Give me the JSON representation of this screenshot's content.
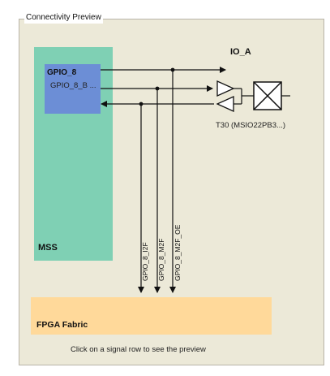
{
  "panel": {
    "title": "Connectivity Preview",
    "hint": "Click on a signal row to see the preview"
  },
  "blocks": {
    "mss": "MSS",
    "gpio": "GPIO_8",
    "gpio_b": "GPIO_8_B ...",
    "fabric": "FPGA Fabric"
  },
  "io": {
    "name": "IO_A",
    "cell": "T30 (MSIO22PB3...)"
  },
  "signals": {
    "i2f": "GPIO_8_I2F",
    "m2f": "GPIO_8_M2F",
    "m2f_oe": "GPIO_8_M2F_OE"
  }
}
